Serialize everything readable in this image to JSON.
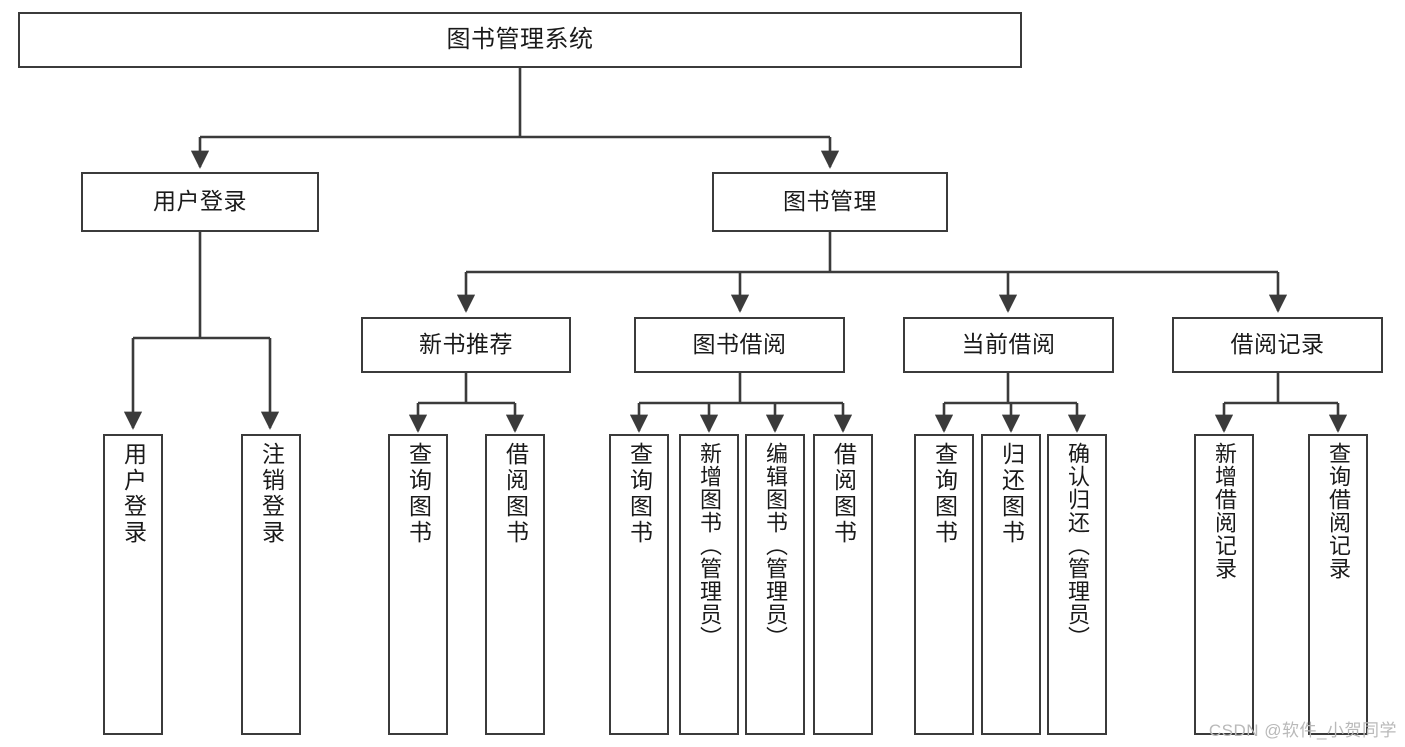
{
  "diagram": {
    "title": "图书管理系统",
    "type": "tree-hierarchy",
    "watermark": "CSDN @软件_小贺同学",
    "colors": {
      "background": "#ffffff",
      "node_border": "#3b3b3b",
      "node_fill": "#ffffff",
      "edge": "#3b3b3b",
      "text": "#1a1a1a",
      "watermark": "#b9b9b9"
    },
    "nodes": {
      "root": {
        "label": "图书管理系统"
      },
      "level2": [
        {
          "id": "user-login",
          "label": "用户登录"
        },
        {
          "id": "book-manage",
          "label": "图书管理"
        }
      ],
      "level3": [
        {
          "id": "new-book-recommend",
          "label": "新书推荐"
        },
        {
          "id": "book-borrow",
          "label": "图书借阅"
        },
        {
          "id": "current-borrow",
          "label": "当前借阅"
        },
        {
          "id": "borrow-record",
          "label": "借阅记录"
        }
      ],
      "leaves": [
        {
          "id": "leaf-user-login",
          "label": "用户登录",
          "parent": "user-login"
        },
        {
          "id": "leaf-user-logout",
          "label": "注销登录",
          "parent": "user-login"
        },
        {
          "id": "leaf-query-book-1",
          "label": "查询图书",
          "parent": "new-book-recommend"
        },
        {
          "id": "leaf-borrow-book-1",
          "label": "借阅图书",
          "parent": "new-book-recommend"
        },
        {
          "id": "leaf-query-book-2",
          "label": "查询图书",
          "parent": "book-borrow"
        },
        {
          "id": "leaf-add-book",
          "label": "新增图书（管理员）",
          "parent": "book-borrow"
        },
        {
          "id": "leaf-edit-book",
          "label": "编辑图书（管理员）",
          "parent": "book-borrow"
        },
        {
          "id": "leaf-borrow-book-2",
          "label": "借阅图书",
          "parent": "book-borrow"
        },
        {
          "id": "leaf-query-book-3",
          "label": "查询图书",
          "parent": "current-borrow"
        },
        {
          "id": "leaf-return-book",
          "label": "归还图书",
          "parent": "current-borrow"
        },
        {
          "id": "leaf-confirm-return",
          "label": "确认归还（管理员）",
          "parent": "current-borrow"
        },
        {
          "id": "leaf-add-record",
          "label": "新增借阅记录",
          "parent": "borrow-record"
        },
        {
          "id": "leaf-query-record",
          "label": "查询借阅记录",
          "parent": "borrow-record"
        }
      ]
    }
  }
}
